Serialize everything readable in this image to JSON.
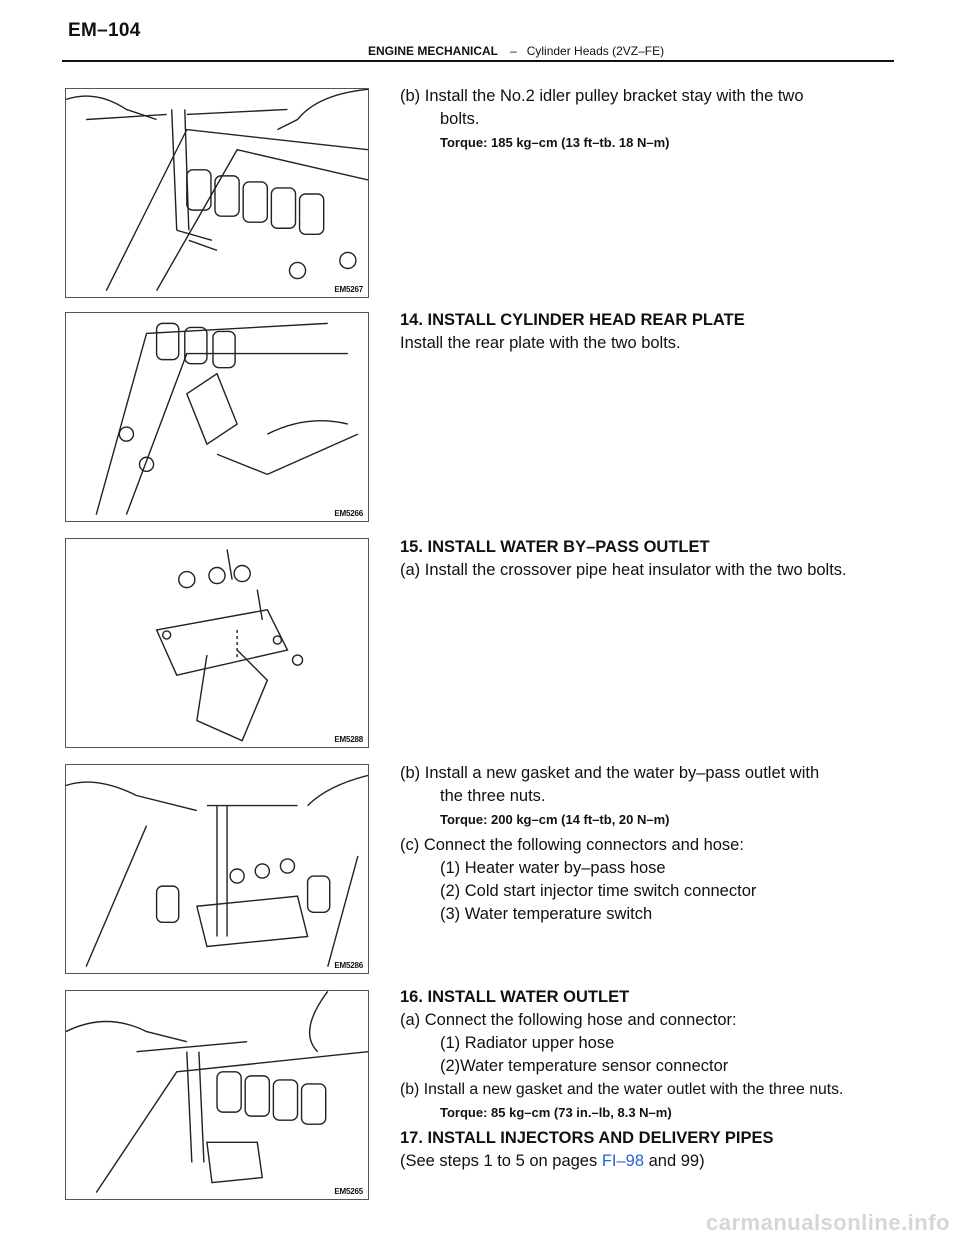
{
  "header": {
    "page_number": "EM–104",
    "section": "ENGINE MECHANICAL",
    "separator": "–",
    "subsection": "Cylinder Heads (2VZ–FE)"
  },
  "figures": {
    "fig1_code": "EM5267",
    "fig2_code": "EM5266",
    "fig3_code": "EM5288",
    "fig4_code": "EM5286",
    "fig5_code": "EM5265"
  },
  "block1": {
    "line1": "(b) Install the No.2 idler pulley bracket stay with the two",
    "line2": "bolts.",
    "torque": "Torque: 185 kg–cm (13 ft–tb. 18 N–m)"
  },
  "block2": {
    "heading": "14. INSTALL CYLINDER HEAD REAR PLATE",
    "line1": "Install the rear plate with the two bolts."
  },
  "block3": {
    "heading": "15. INSTALL WATER BY–PASS OUTLET",
    "line1": "(a) Install the crossover pipe heat insulator with the two bolts."
  },
  "block4": {
    "line1": "(b) Install a new gasket and the water by–pass outlet with",
    "line2": "the three nuts.",
    "torque": "Torque: 200 kg–cm (14 ft–tb, 20 N–m)",
    "line3": "(c) Connect the following connectors and hose:",
    "item1": "(1) Heater water by–pass hose",
    "item2": "(2) Cold start injector time switch connector",
    "item3": "(3) Water temperature switch"
  },
  "block5": {
    "heading": "16. INSTALL WATER OUTLET",
    "line1": "(a) Connect the following hose and connector:",
    "item1": "(1) Radiator upper hose",
    "item2": "(2)Water temperature sensor connector",
    "line2": "(b) Install a new gasket and the water outlet with the three nuts.",
    "torque": "Torque: 85 kg–cm (73 in.–lb, 8.3 N–m)",
    "heading2": "17. INSTALL INJECTORS AND DELIVERY PIPES",
    "ref_pre": "(See steps 1 to 5 on pages ",
    "ref_link": "FI–98",
    "ref_post": " and 99)"
  },
  "watermark": "carmanualsonline.info"
}
